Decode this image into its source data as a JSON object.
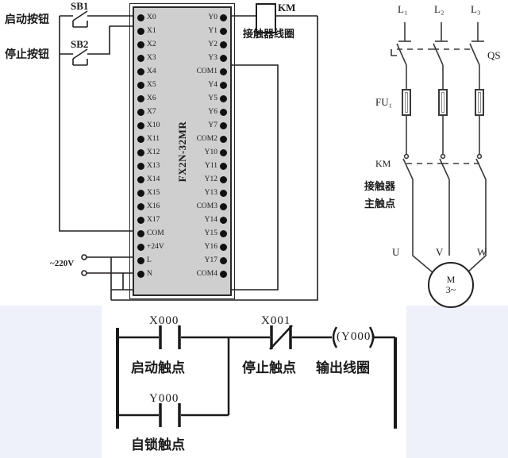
{
  "diagram": {
    "title_model": "FX2N-32MR",
    "power_label": "~220V",
    "pushbuttons": [
      {
        "tag": "SB1",
        "label": "启动按钮",
        "type": "normally-open-pushbutton",
        "wired_to": "X0"
      },
      {
        "tag": "SB2",
        "label": "停止按钮",
        "type": "normally-open-pushbutton",
        "wired_to": "X1"
      }
    ],
    "plc": {
      "model": "FX2N-32MR",
      "input_terminals": [
        "X0",
        "X1",
        "X2",
        "X3",
        "X4",
        "X5",
        "X6",
        "X7",
        "X10",
        "X11",
        "X12",
        "X13",
        "X14",
        "X15",
        "X16",
        "X17",
        "COM",
        "+24V",
        "L",
        "N"
      ],
      "output_terminals": [
        "Y0",
        "Y1",
        "Y2",
        "Y3",
        "COM1",
        "Y4",
        "Y5",
        "Y6",
        "Y7",
        "COM2",
        "Y10",
        "Y11",
        "Y12",
        "Y13",
        "COM3",
        "Y14",
        "Y15",
        "Y16",
        "Y17",
        "COM4"
      ]
    },
    "contactor_coil": {
      "tag": "KM",
      "label": "接触器线圈"
    },
    "main_circuit": {
      "phases": [
        "L₁",
        "L₂",
        "L₃"
      ],
      "disconnect": {
        "tag": "QS"
      },
      "fuses": {
        "tag": "FU₁"
      },
      "contacts": {
        "tag": "KM",
        "label_line1": "接触器",
        "label_line2": "主触点"
      },
      "motor_terminals": [
        "U",
        "V",
        "W"
      ],
      "motor": {
        "symbol": "M",
        "phase": "3~"
      }
    },
    "ladder": {
      "rungs": [
        {
          "device": "X000",
          "label": "启动触点",
          "type": "NO"
        },
        {
          "device": "Y000",
          "label": "自锁触点",
          "type": "NO"
        },
        {
          "device": "X001",
          "label": "停止触点",
          "type": "NC"
        }
      ],
      "coil": {
        "device": "(Y000)",
        "label": "输出线圈"
      }
    },
    "colors": {
      "plc_body": "#cfcfcf",
      "wire": "#231f20",
      "band": "#eef0fa",
      "panel": "#ffffff"
    }
  }
}
